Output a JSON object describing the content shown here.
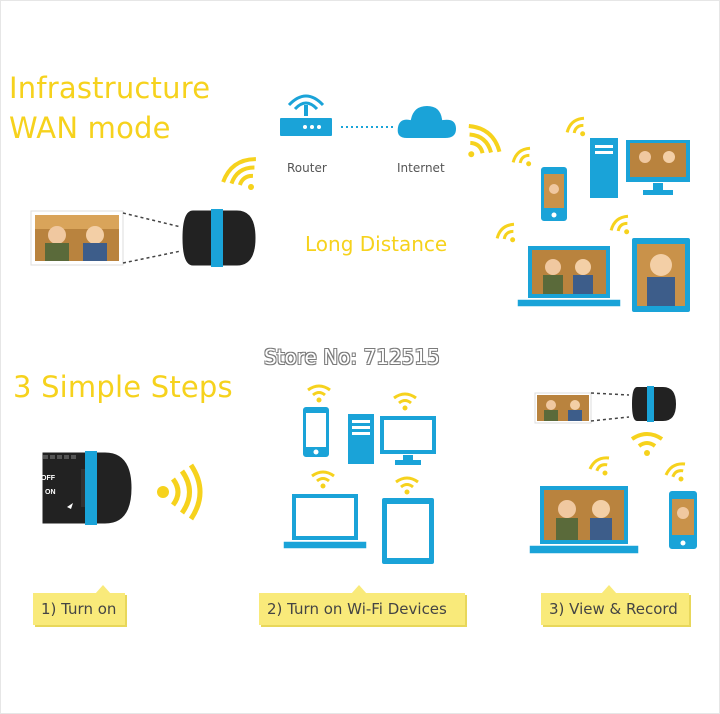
{
  "top": {
    "title_line1": "Infrastructure",
    "title_line2": "WAN mode",
    "router_label": "Router",
    "internet_label": "Internet",
    "long_distance": "Long Distance"
  },
  "watermark": "Store No: 712515",
  "bottom": {
    "title": "3 Simple Steps",
    "device_labels": {
      "off": "OFF",
      "on": "ON"
    },
    "steps": [
      {
        "label": "1) Turn on"
      },
      {
        "label": "2) Turn on Wi-Fi Devices"
      },
      {
        "label": "3) View & Record"
      }
    ]
  },
  "colors": {
    "accent_yellow": "#f6d21d",
    "device_blue": "#1aa3d8",
    "step_box": "#f9ea7a",
    "camera_black": "#222222"
  },
  "icons": [
    "router-icon",
    "cloud-icon",
    "wifi-icon",
    "phone-icon",
    "desktop-icon",
    "laptop-icon",
    "tablet-icon",
    "camera-icon",
    "photo-icon"
  ]
}
